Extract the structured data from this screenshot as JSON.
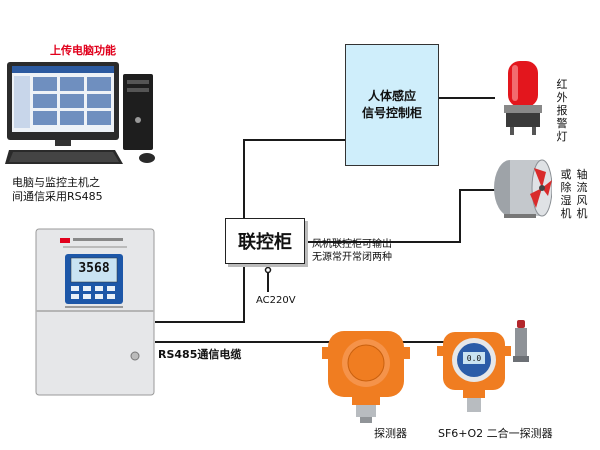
{
  "labels": {
    "upload_title": "上传电脑功能",
    "pc_comm_line1": "电脑与监控主机之",
    "pc_comm_line2": "间通信采用RS485",
    "human_sensor_line1": "人体感应",
    "human_sensor_line2": "信号控制柜",
    "linkage_cabinet": "联控柜",
    "fan_output_line1": "风机联控柜可输出",
    "fan_output_line2": "无源常开常闭两种",
    "power": "AC220V",
    "rs485_cable": "RS485通信电缆",
    "detector": "探测器",
    "sf6_o2_detector": "SF6+O2 二合一探测器",
    "alarm_light_vertical": "红外报警灯",
    "fan_vertical_col1": "或除湿机",
    "fan_vertical_col2": "轴流风机",
    "controller_display": "3568",
    "sf6_display": "0.0"
  },
  "colors": {
    "sensor_box_fill": "#cfeefb",
    "detector_orange": "#f07d21",
    "alarm_red": "#e3161d",
    "controller_gray": "#e6e7e9",
    "line": "#1a1a1a",
    "accent_red": "#e1001c"
  }
}
